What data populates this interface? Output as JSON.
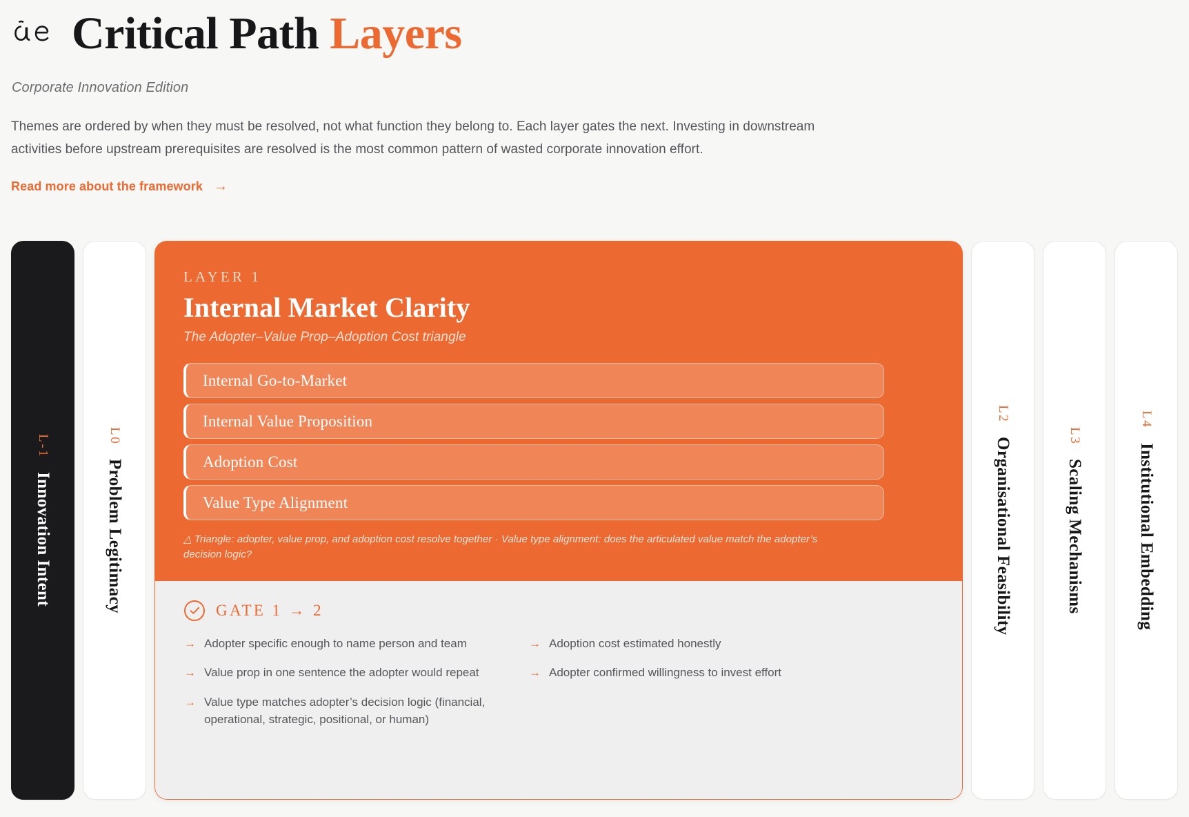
{
  "header": {
    "logo_alt": "ae-monogram",
    "title_dark": "Critical Path",
    "title_accent": "Layers",
    "edition": "Corporate Innovation Edition",
    "intro": "Themes are ordered by when they must be resolved, not what function they belong to. Each layer gates the next. Investing in downstream activities before upstream prerequisites are resolved is the most common pattern of wasted corporate innovation effort.",
    "read_more_label": "Read more about the framework",
    "read_more_arrow": "→"
  },
  "colors": {
    "accent": "#EC6A32",
    "pill": "#F08558",
    "page_bg": "#F7F7F6",
    "gate_bg": "#EFEFEF",
    "dark": "#1A1A1C"
  },
  "rail": {
    "left_tabs": [
      {
        "code": "L-1",
        "name": "Innovation Intent",
        "state": "done"
      },
      {
        "code": "L0",
        "name": "Problem Legitimacy",
        "state": "default"
      }
    ],
    "right_tabs": [
      {
        "code": "L2",
        "name": "Organisational Feasibility",
        "state": "default"
      },
      {
        "code": "L3",
        "name": "Scaling Mechanisms",
        "state": "default"
      },
      {
        "code": "L4",
        "name": "Institutional Embedding",
        "state": "default"
      }
    ]
  },
  "active_layer": {
    "eyebrow": "LAYER 1",
    "title": "Internal Market Clarity",
    "subtitle": "The Adopter–Value Prop–Adoption Cost triangle",
    "themes": [
      "Internal Go-to-Market",
      "Internal Value Proposition",
      "Adoption Cost",
      "Value Type Alignment"
    ],
    "note": "△ Triangle: adopter, value prop, and adoption cost resolve together · Value type alignment: does the articulated value match the adopter’s decision logic?"
  },
  "gate": {
    "label": "GATE 1 → 2",
    "check_glyph": "✓",
    "arrow": "→",
    "items_left": [
      "Adopter specific enough to name person and team",
      "Value prop in one sentence the adopter would repeat",
      "Value type matches adopter’s decision logic (financial, operational, strategic, positional, or human)"
    ],
    "items_right": [
      "Adoption cost estimated honestly",
      "Adopter confirmed willingness to invest effort"
    ]
  }
}
